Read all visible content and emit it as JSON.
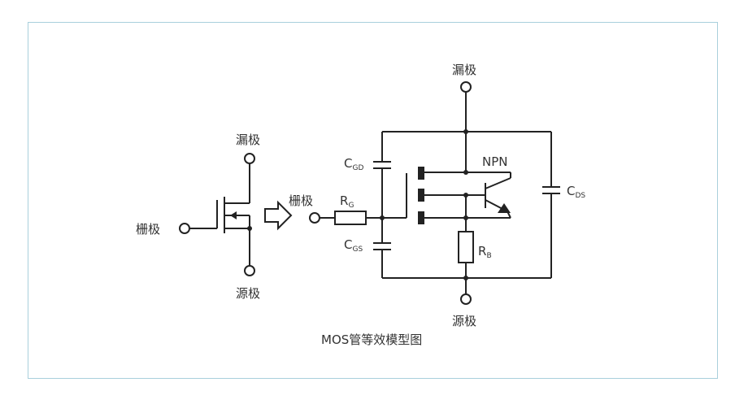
{
  "caption": "MOS管等效模型图",
  "left_symbol": {
    "drain": "漏极",
    "gate": "栅极",
    "source": "源极"
  },
  "model": {
    "drain": "漏极",
    "gate": "栅极",
    "source": "源极",
    "npn": "NPN",
    "rg": {
      "main": "R",
      "sub": "G"
    },
    "rb": {
      "main": "R",
      "sub": "B"
    },
    "cgd": {
      "main": "C",
      "sub": "GD"
    },
    "cgs": {
      "main": "C",
      "sub": "GS"
    },
    "cds": {
      "main": "C",
      "sub": "DS"
    }
  },
  "colors": {
    "frame": "#a9cfdc",
    "wire": "#222222",
    "text": "#333333"
  }
}
